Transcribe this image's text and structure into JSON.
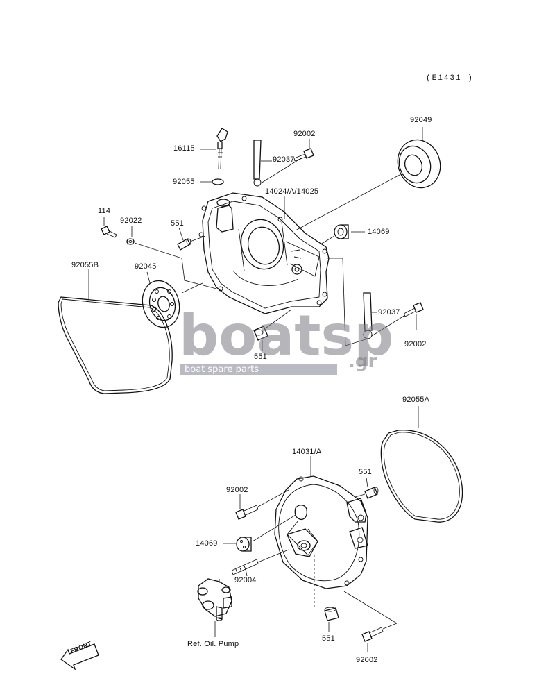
{
  "diagram_code": "(E1431 )",
  "labels": {
    "p16115": "16115",
    "p92002_a": "92002",
    "p92037_a": "92037",
    "p92049": "92049",
    "p92055": "92055",
    "p14024": "14024/A/14025",
    "p114": "114",
    "p92022": "92022",
    "p551_a": "551",
    "p14069_a": "14069",
    "p92055b": "92055B",
    "p92045": "92045",
    "p92037_b": "92037",
    "p92002_b": "92002",
    "p551_b": "551",
    "p92055a": "92055A",
    "p14031": "14031/A",
    "p551_c": "551",
    "p92002_c": "92002",
    "p14069_b": "14069",
    "p92004": "92004",
    "p551_d": "551",
    "p92002_d": "92002",
    "ref_oil_pump": "Ref. Oil. Pump",
    "front": "FRONT"
  },
  "watermark": {
    "word": "boatsp",
    "suffix": ".gr",
    "tagline": "boat spare parts"
  }
}
